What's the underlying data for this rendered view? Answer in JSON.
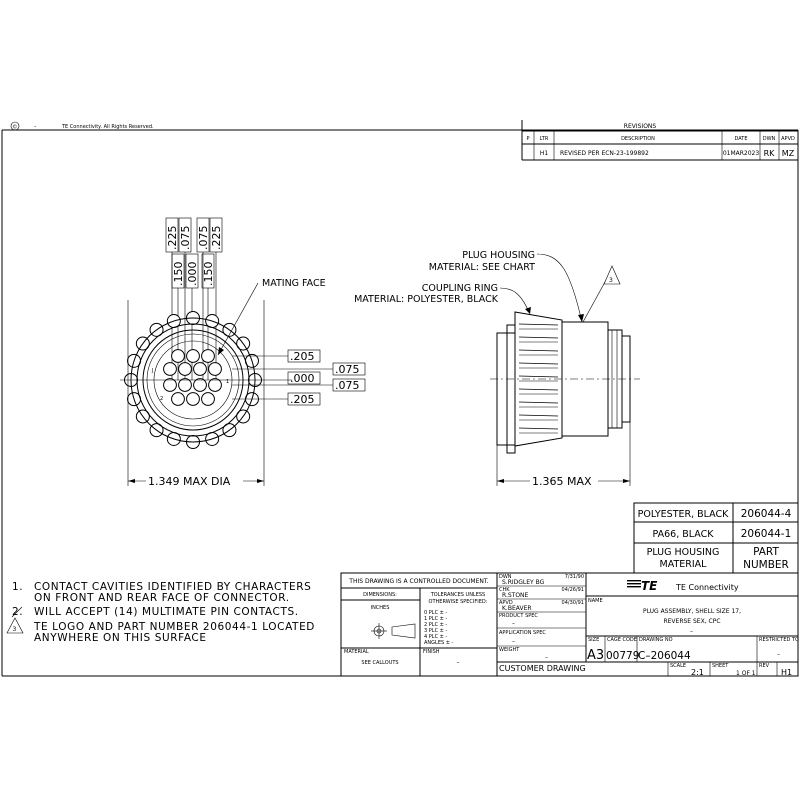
{
  "copyright": {
    "symbol": "©",
    "dash": "–",
    "text": "TE Connectivity. All Rights Reserved."
  },
  "revisions": {
    "title": "REVISIONS",
    "headers": {
      "p": "P",
      "ltr": "LTR",
      "description": "DESCRIPTION",
      "date": "DATE",
      "dwn": "DWN",
      "apvd": "APVD"
    },
    "row": {
      "ltr": "H1",
      "description": "REVISED PER ECN-23-199892",
      "date": "01MAR2023",
      "dwn": "RK",
      "apvd": "MZ"
    }
  },
  "front_view": {
    "top_dims_outer": [
      ".225",
      ".075",
      ".075",
      ".225"
    ],
    "top_dims_inner": [
      ".150",
      ".000",
      ".150"
    ],
    "mating_face_label": "MATING FACE",
    "right_dims": [
      ".205",
      ".075",
      ".000",
      ".075",
      ".205"
    ],
    "cavity_labels": [
      "1",
      "2"
    ],
    "dia_label": "1.349 MAX DIA"
  },
  "side_view": {
    "plug_housing_label": "PLUG HOUSING",
    "plug_housing_material": "MATERIAL: SEE CHART",
    "coupling_ring_label": "COUPLING RING",
    "coupling_ring_material": "MATERIAL: POLYESTER, BLACK",
    "note_flag": "3",
    "length_label": "1.365 MAX"
  },
  "material_chart": {
    "rows": [
      {
        "material": "POLYESTER, BLACK",
        "part": "206044-4"
      },
      {
        "material": "PA66, BLACK",
        "part": "206044-1"
      }
    ],
    "header_material": [
      "PLUG HOUSING",
      "MATERIAL"
    ],
    "header_part": [
      "PART",
      "NUMBER"
    ]
  },
  "notes": [
    {
      "num": "1.",
      "lines": [
        "CONTACT CAVITIES IDENTIFIED BY CHARACTERS",
        "ON FRONT AND REAR FACE OF CONNECTOR."
      ]
    },
    {
      "num": "2.",
      "lines": [
        "WILL ACCEPT (14) MULTIMATE PIN CONTACTS."
      ]
    },
    {
      "num": "3",
      "lines": [
        "TE LOGO AND PART NUMBER 206044-1 LOCATED",
        "ANYWHERE ON THIS SURFACE"
      ]
    }
  ],
  "title_block": {
    "controlled": "THIS DRAWING IS A CONTROLLED DOCUMENT.",
    "dimensions_label": "DIMENSIONS:",
    "dimensions_value": "INCHES",
    "tolerances_label": [
      "TOLERANCES UNLESS",
      "OTHERWISE SPECIFIED:"
    ],
    "tolerance_rows": [
      "0 PLC   ± -",
      "1 PLC   ± -",
      "2 PLC   ± -",
      "3 PLC   ± -",
      "4 PLC   ± -",
      "ANGLES   ± -"
    ],
    "dwn_label": "DWN",
    "dwn_name": "S.RIDGLEY   BG",
    "dwn_date": "7/31/90",
    "chk_label": "CHK",
    "chk_name": "R.STONE",
    "chk_date": "04/26/91",
    "apvd_label": "APVD",
    "apvd_name": "K.BEAVER",
    "apvd_date": "04/30/91",
    "product_spec_label": "PRODUCT SPEC",
    "product_spec": "–",
    "application_spec_label": "APPLICATION SPEC",
    "application_spec": "–",
    "weight_label": "WEIGHT",
    "weight": "–",
    "material_label": "MATERIAL",
    "material_value": "SEE CALLOUTS",
    "finish_label": "FINISH",
    "finish_value": "–",
    "customer_drawing": "CUSTOMER DRAWING",
    "company_logo": "TE",
    "company_name": "TE Connectivity",
    "name_label": "NAME",
    "name_lines": [
      "PLUG ASSEMBLY, SHELL SIZE 17,",
      "REVERSE SEX, CPC",
      "–"
    ],
    "size_label": "SIZE",
    "size": "A3",
    "cage_label": "CAGE CODE",
    "cage": "00779",
    "drawing_no_label": "DRAWING NO",
    "drawing_no": "C–206044",
    "restricted_label": "RESTRICTED TO",
    "restricted": "–",
    "scale_label": "SCALE",
    "scale": "2:1",
    "sheet_label": "SHEET",
    "sheet": "1 OF 1",
    "rev_label": "REV",
    "rev": "H1"
  }
}
